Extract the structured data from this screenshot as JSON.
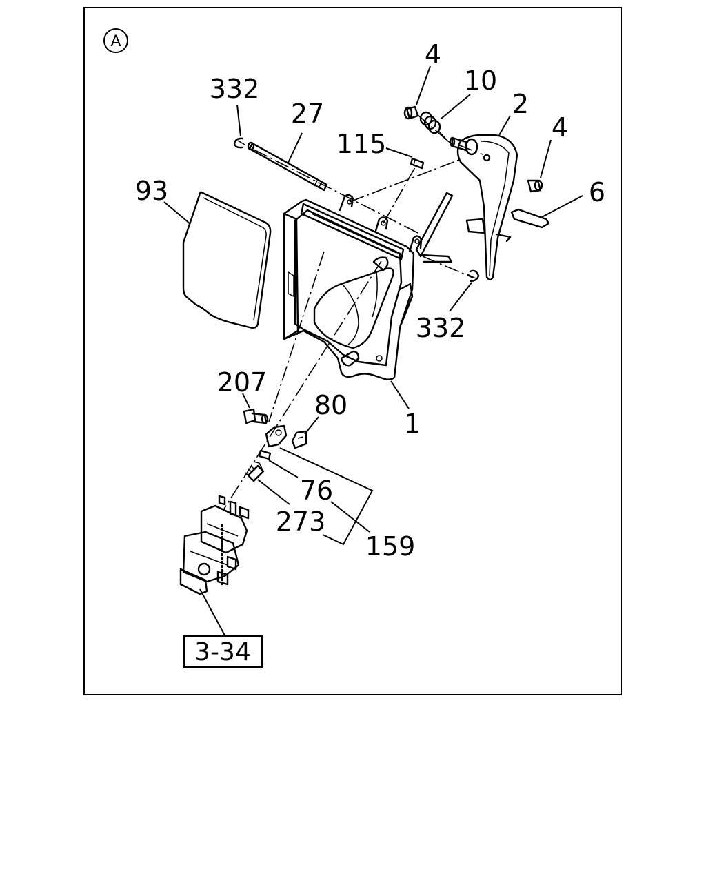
{
  "section_marker": "A",
  "reference_box": "3-34",
  "callouts": {
    "p4_top": "4",
    "p10": "10",
    "p2": "2",
    "p4_right": "4",
    "p332_top": "332",
    "p27": "27",
    "p115": "115",
    "p93": "93",
    "p6": "6",
    "p332_mid": "332",
    "p207": "207",
    "p80": "80",
    "p1": "1",
    "p76": "76",
    "p273": "273",
    "p159": "159"
  }
}
